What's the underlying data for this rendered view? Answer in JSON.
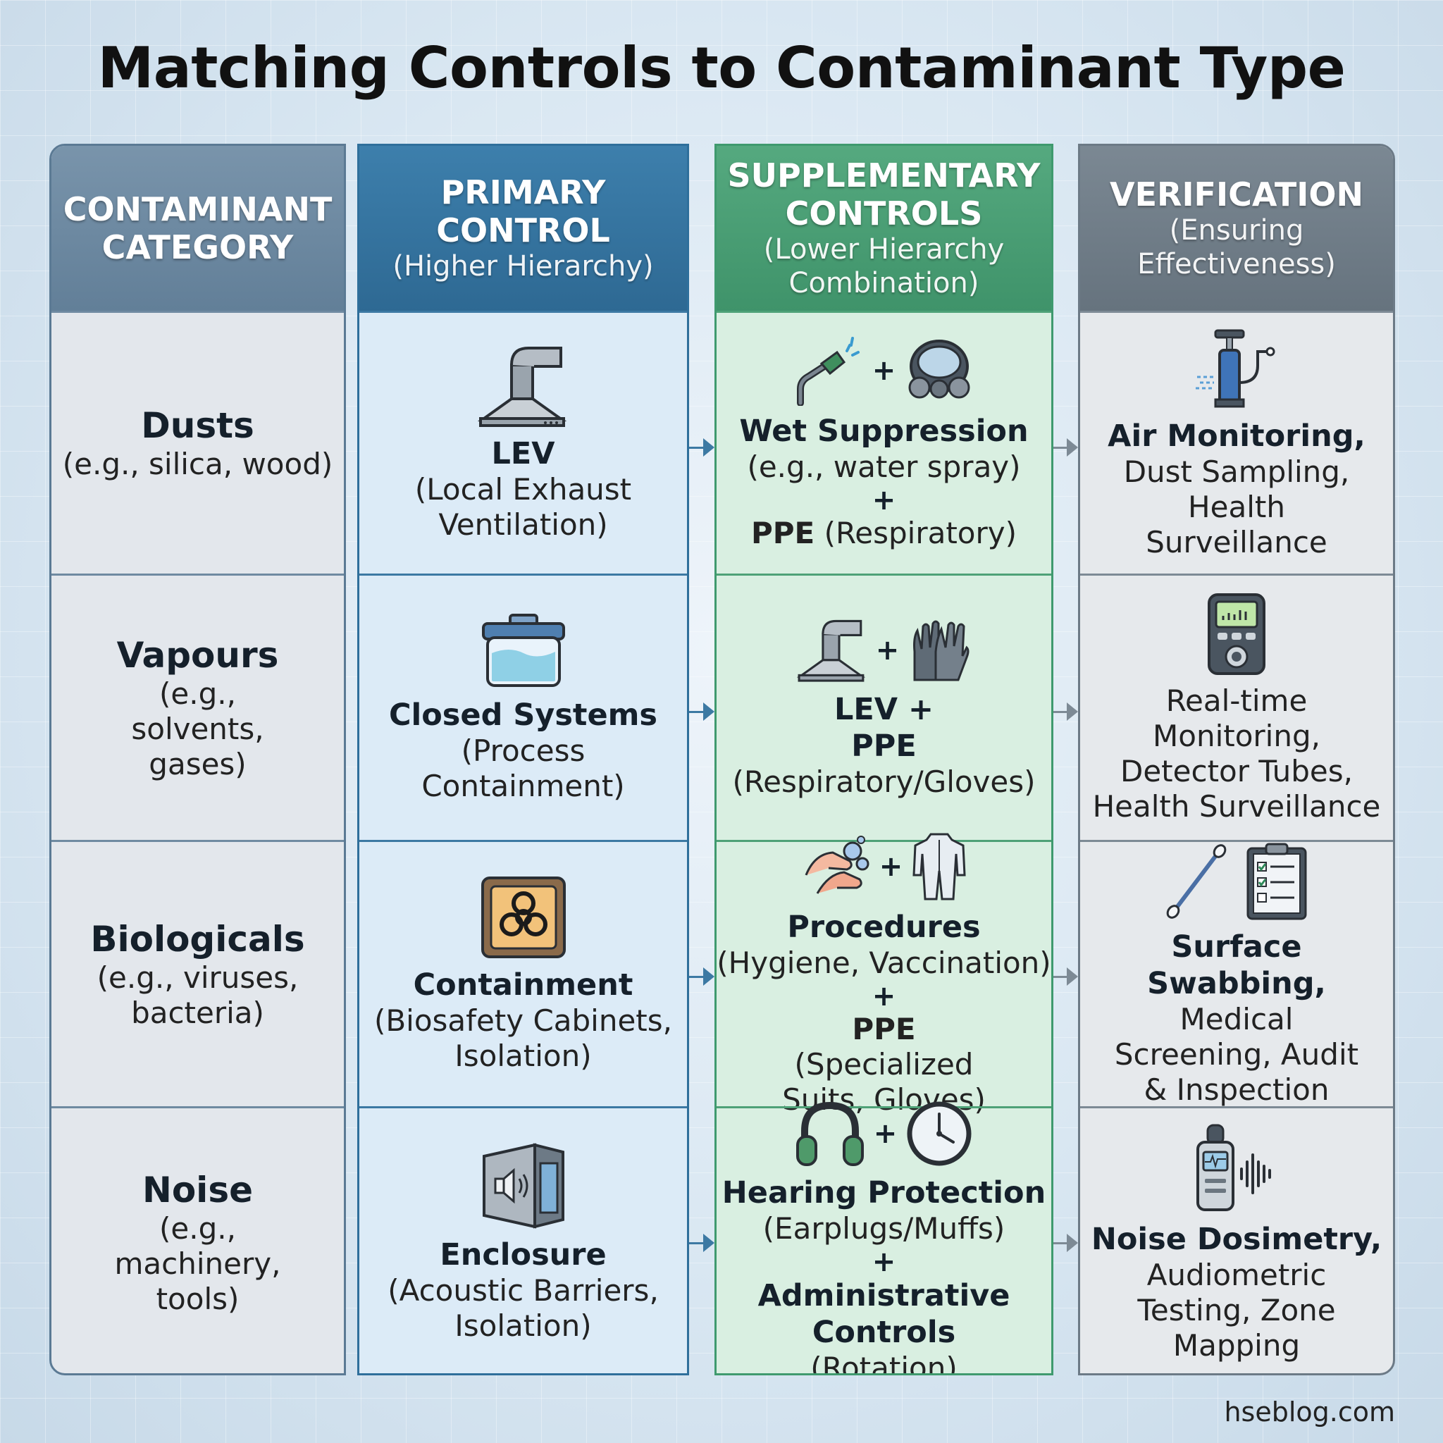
{
  "title": "Matching Controls to Contaminant Type",
  "footer": "hseblog.com",
  "colors": {
    "category": "#627f98",
    "primary": "#2e6993",
    "supplementary": "#3f936a",
    "verification": "#66737e"
  },
  "headers": {
    "category": {
      "main": "CONTAMINANT CATEGORY",
      "sub": ""
    },
    "primary": {
      "main": "PRIMARY CONTROL",
      "sub": "(Higher Hierarchy)"
    },
    "supplementary": {
      "main": "SUPPLEMENTARY CONTROLS",
      "sub": "(Lower Hierarchy Combination)"
    },
    "verification": {
      "main": "VERIFICATION",
      "sub": "(Ensuring Effectiveness)"
    }
  },
  "rows": [
    {
      "category": {
        "name": "Dusts",
        "example": "(e.g., silica, wood)"
      },
      "primary": {
        "name": "LEV",
        "detail": "(Local Exhaust Ventilation)",
        "icon": "exhaust-hood-icon"
      },
      "supplementary": {
        "line1_bold": "Wet Suppression",
        "line1_reg": "(e.g., water spray)",
        "plus": "+",
        "line2_bold": "PPE",
        "line2_reg": "(Respiratory)",
        "icons": [
          "spray-nozzle-icon",
          "respirator-mask-icon"
        ]
      },
      "verification": {
        "bold": "Air Monitoring,",
        "reg": "Dust Sampling, Health Surveillance",
        "icons": [
          "air-sampling-pump-icon"
        ]
      }
    },
    {
      "category": {
        "name": "Vapours",
        "example": "(e.g., solvents, gases)"
      },
      "primary": {
        "name": "Closed Systems",
        "detail": "(Process Containment)",
        "icon": "sealed-container-icon"
      },
      "supplementary": {
        "line1_bold": "LEV +",
        "line1_reg": "",
        "plus": "",
        "line2_bold": "PPE",
        "line2_reg": "(Respiratory/Gloves)",
        "icons": [
          "exhaust-hood-icon",
          "gloves-icon"
        ]
      },
      "verification": {
        "bold": "",
        "reg": "Real-time Monitoring, Detector Tubes, Health Surveillance",
        "icons": [
          "gas-detector-icon"
        ]
      }
    },
    {
      "category": {
        "name": "Biologicals",
        "example": "(e.g., viruses, bacteria)"
      },
      "primary": {
        "name": "Containment",
        "detail": "(Biosafety Cabinets, Isolation)",
        "icon": "biohazard-cabinet-icon"
      },
      "supplementary": {
        "line1_bold": "Procedures",
        "line1_reg": "(Hygiene, Vaccination)",
        "plus": "+",
        "line2_bold": "PPE",
        "line2_reg": "(Specialized Suits, Gloves)",
        "icons": [
          "hand-washing-icon",
          "protective-suit-icon"
        ]
      },
      "verification": {
        "bold": "Surface Swabbing,",
        "reg": "Medical Screening, Audit & Inspection",
        "icons": [
          "swab-icon",
          "checklist-clipboard-icon"
        ]
      }
    },
    {
      "category": {
        "name": "Noise",
        "example": "(e.g., machinery, tools)"
      },
      "primary": {
        "name": "Enclosure",
        "detail": "(Acoustic Barriers, Isolation)",
        "icon": "acoustic-enclosure-icon"
      },
      "supplementary": {
        "line1_bold": "Hearing Protection",
        "line1_reg": "(Earplugs/Muffs)",
        "plus": "+",
        "line2_bold": "Administrative Controls",
        "line2_reg": "(Rotation)",
        "icons": [
          "ear-muffs-icon",
          "clock-icon"
        ]
      },
      "verification": {
        "bold": "Noise Dosimetry,",
        "reg": "Audiometric Testing, Zone Mapping",
        "icons": [
          "sound-level-meter-icon"
        ]
      }
    }
  ]
}
